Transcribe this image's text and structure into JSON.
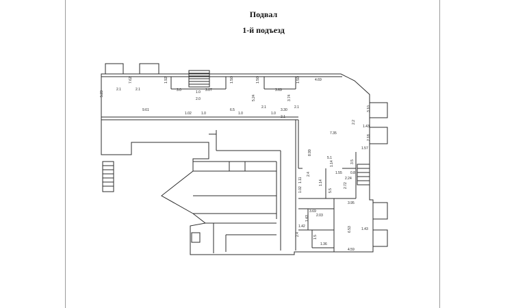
{
  "header": {
    "title": "Подвал",
    "subtitle": "1-й подъезд"
  },
  "plan": {
    "line_color": "#2b2b2b",
    "labels": [
      "5.23",
      "7.62",
      "2.1",
      "1.92",
      "3.0",
      "1.0",
      "2.0",
      "3.07",
      "1.50",
      "1.50",
      "3.69",
      "1.50",
      "4.69",
      "9.61",
      "6.5",
      "5.24",
      "3.74",
      "3.30",
      "1.02",
      "1.0",
      "1.0",
      "1.0",
      "2.1",
      "2.1",
      "2.1",
      "2.1",
      "3.10",
      "1.43",
      "2.2",
      "2.18",
      "7.35",
      "1.57",
      "3.5",
      "8.99",
      "5.1",
      "1.14",
      "1.55",
      "2.24",
      "0.8",
      "1.11",
      "2.4",
      "1.02",
      "2.72",
      "5.5",
      "1.14",
      "3.95",
      "3.69",
      "2.03",
      "1.43",
      "1.42",
      "6.53",
      "1.43",
      "2.4",
      "1.5",
      "1.36",
      "4.59"
    ]
  }
}
